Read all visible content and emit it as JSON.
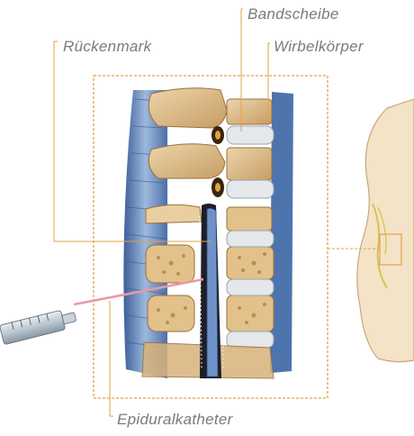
{
  "labels": {
    "bandscheibe": "Bandscheibe",
    "rueckenmark": "Rückenmark",
    "wirbelkoerper": "Wirbelkörper",
    "epiduralkatheter": "Epiduralkatheter"
  },
  "colors": {
    "bone": "#d9b98a",
    "bone_dark": "#a9804a",
    "disc": "#e4e7ea",
    "leader_lines": "#e3a14a",
    "frame": "#e3a14a",
    "spinal_canal": "#5b7fb8",
    "catheter": "#e89aa5",
    "skin": "#f3dfc0"
  }
}
